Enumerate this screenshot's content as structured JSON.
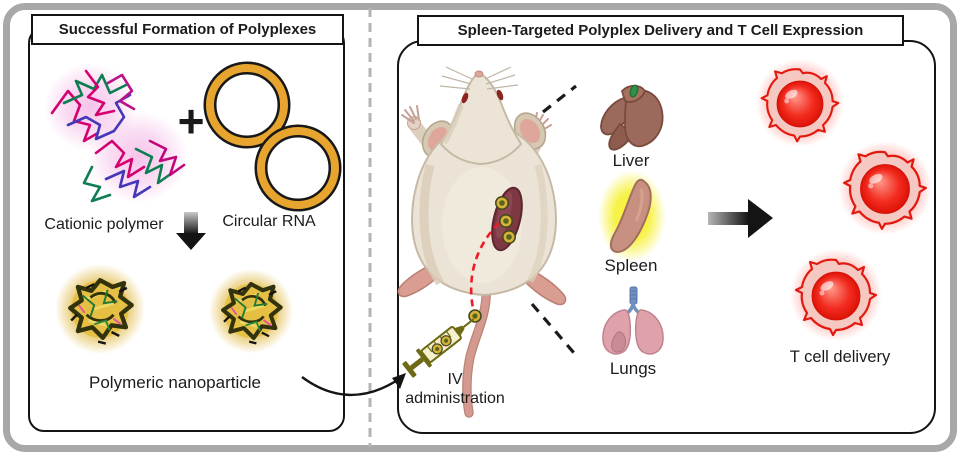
{
  "left_panel": {
    "title": "Successful Formation of Polyplexes",
    "plus_sign": "+",
    "cationic_polymer_label": "Cationic polymer",
    "circular_rna_label": "Circular RNA",
    "polymeric_nanoparticle_label": "Polymeric nanoparticle"
  },
  "right_panel": {
    "title": "Spleen-Targeted Polyplex Delivery and T Cell Expression",
    "iv_label_line1": "IV",
    "iv_label_line2": "administration",
    "organ_labels": {
      "liver": "Liver",
      "spleen": "Spleen",
      "lungs": "Lungs"
    },
    "t_cell_delivery_label": "T cell delivery"
  },
  "colors": {
    "frame_gray": "#a8a8a8",
    "circular_rna_gold": "#e7a42f",
    "nanoparticle_gold": "#dcae28",
    "polymer_magenta": "#d4006f",
    "polymer_indigo": "#4438b8",
    "polymer_green": "#0e7d52",
    "spleen_glow_yellow": "#f6f02c",
    "t_cell_red": "#e2190f",
    "injection_dash_red": "#ee1b24",
    "mouse_body": "#ebe4d6",
    "organ_brown": "#9c6a5c"
  }
}
